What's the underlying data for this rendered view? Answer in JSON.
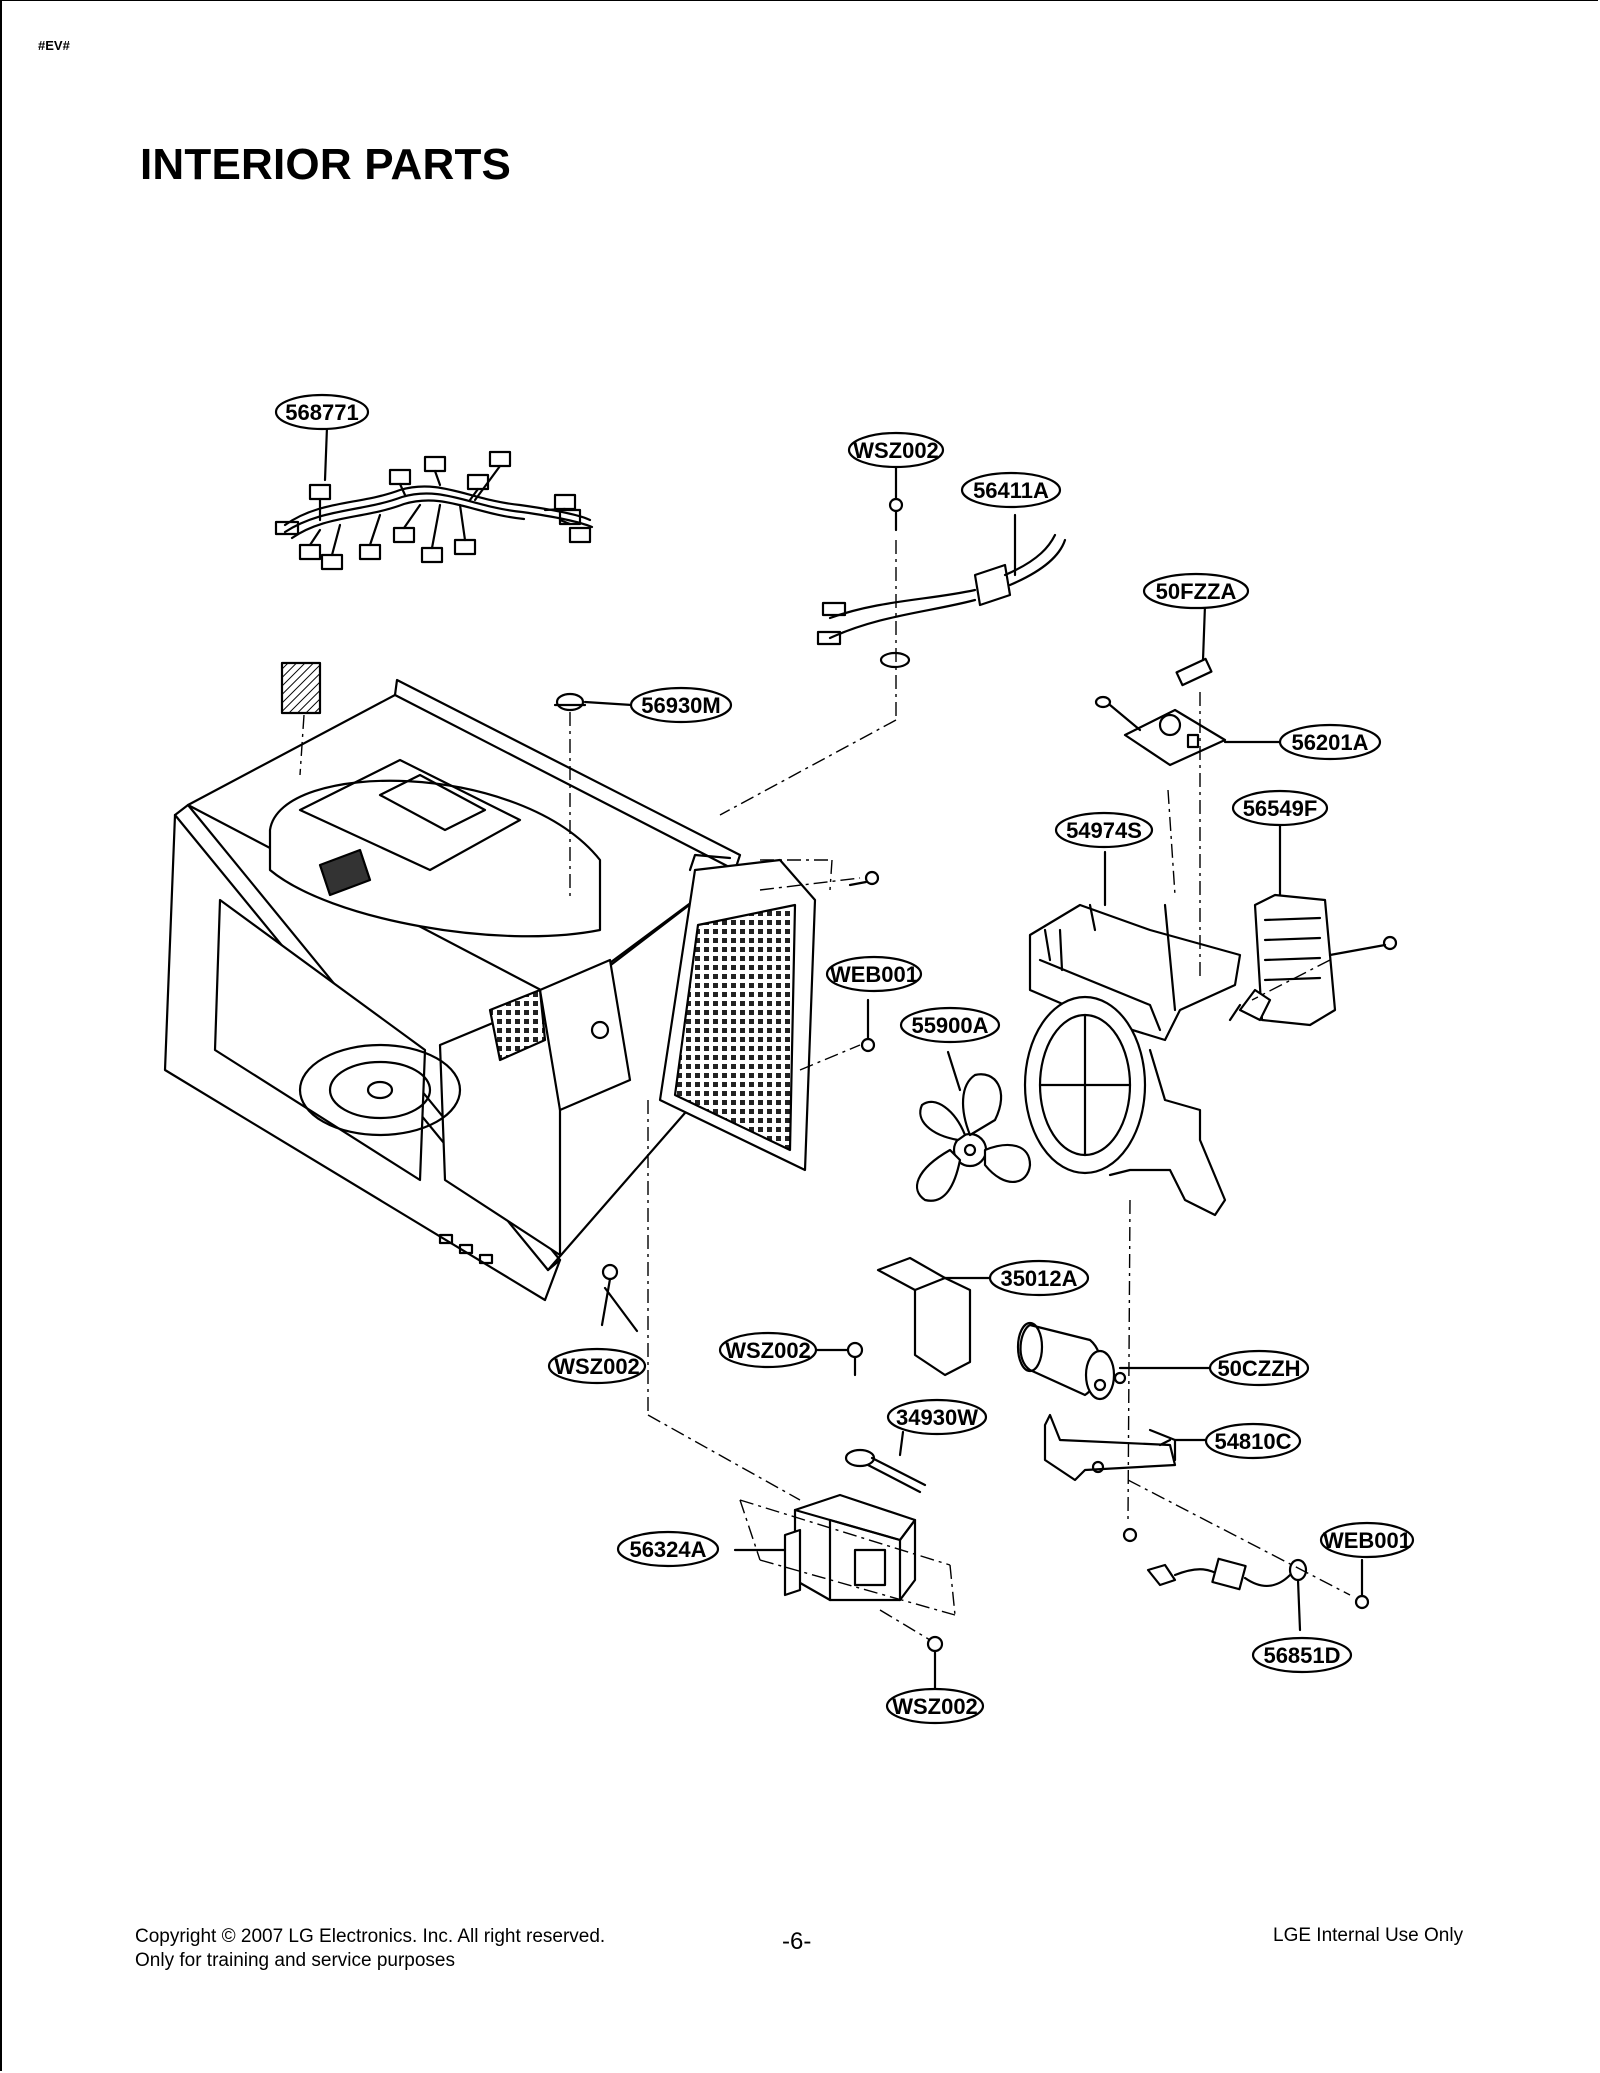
{
  "header": {
    "tag": "#EV#",
    "title": "INTERIOR PARTS"
  },
  "part_labels": {
    "p568771": "568771",
    "pWSZ002_top": "WSZ002",
    "p56411A": "56411A",
    "p50FZZA": "50FZZA",
    "p56930M": "56930M",
    "p56201A": "56201A",
    "p54974S": "54974S",
    "p56549F": "56549F",
    "pWEB001_mid": "WEB001",
    "p55900A": "55900A",
    "p35012A": "35012A",
    "pWSZ002_left": "WSZ002",
    "pWSZ002_mid": "WSZ002",
    "p50CZZH": "50CZZH",
    "p34930W": "34930W",
    "p54810C": "54810C",
    "p56324A": "56324A",
    "pWEB001_low": "WEB001",
    "p56851D": "56851D",
    "pWSZ002_bottom": "WSZ002"
  },
  "footer": {
    "copyright": "Copyright © 2007 LG Electronics. Inc. All right reserved.",
    "purpose": "Only for training and service purposes",
    "page": "-6-",
    "internal": "LGE Internal Use Only"
  }
}
